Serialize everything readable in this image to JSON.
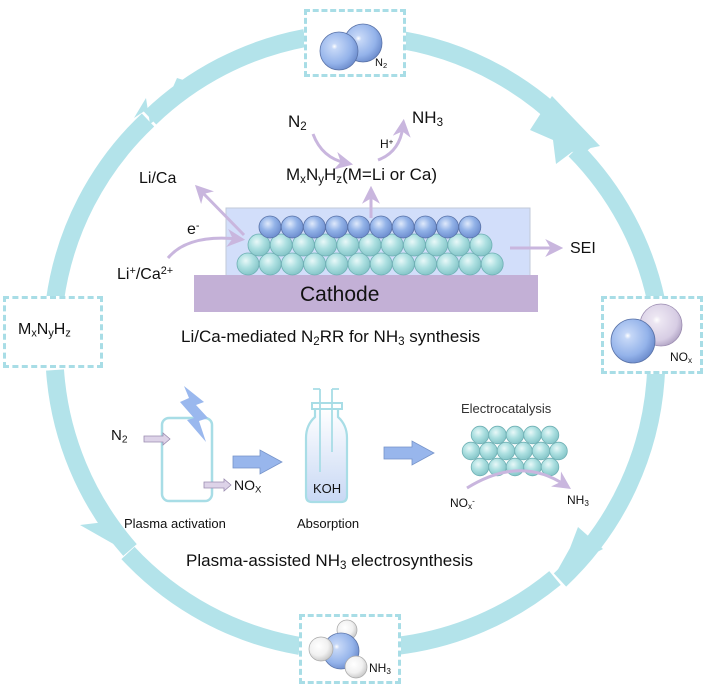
{
  "colors": {
    "cycle_ring": "#b3e3ea",
    "dashed_box": "#a8dde6",
    "cathode": "#c3b0d6",
    "sei_film": "#d2defa",
    "metal_layer_sphere": "#8fb0e6",
    "catalyst_sphere": "#a9dfe0",
    "reaction_arrow": "#c9b6de",
    "process_arrow": "#98b6ec",
    "n_atom": "#9ab8ee",
    "o_atom": "#ddd3e8",
    "h_atom": "#f4f4f4",
    "text": "#111111"
  },
  "cycle_nodes": {
    "top": {
      "label": "N",
      "sub": "2",
      "icon": "n2-molecule-icon"
    },
    "right": {
      "label": "NO",
      "sub": "x",
      "icon": "nox-molecule-icon"
    },
    "bottom": {
      "label": "NH",
      "sub": "3",
      "icon": "nh3-molecule-icon"
    },
    "left": {
      "label_parts": [
        "M",
        "x",
        "N",
        "y",
        "H",
        "z"
      ]
    }
  },
  "n2rr_panel": {
    "n2": {
      "main": "N",
      "sub": "2"
    },
    "nh3": {
      "main": "NH",
      "sub": "3"
    },
    "h_plus": {
      "main": "H",
      "sup": "+"
    },
    "intermediate": {
      "parts": [
        "M",
        "x",
        "N",
        "y",
        "H",
        "z"
      ],
      "suffix": "(M=Li or Ca)"
    },
    "li_ca": "Li/Ca",
    "electron": {
      "main": "e",
      "sup": "-"
    },
    "ions": {
      "a": "Li",
      "a_sup": "+",
      "b": "/Ca",
      "b_sup": "2+"
    },
    "sei": "SEI",
    "cathode": "Cathode",
    "caption": {
      "a": "Li/Ca-mediated N",
      "a_sub": "2",
      "b": "RR for NH",
      "b_sub": "3",
      "c": " synthesis"
    }
  },
  "plasma_panel": {
    "n2_in": {
      "main": "N",
      "sub": "2"
    },
    "nox_out": {
      "main": "NO",
      "sub": "X"
    },
    "koh": "KOH",
    "step_labels": [
      "Plasma activation",
      "Absorption",
      "Electrocatalysis"
    ],
    "nox_minus": {
      "main": "NO",
      "sub": "x",
      "sup": "-"
    },
    "nh3_product": {
      "main": "NH",
      "sub": "3"
    },
    "caption": {
      "a": "Plasma-assisted NH",
      "a_sub": "3",
      "b": " electrosynthesis"
    }
  }
}
